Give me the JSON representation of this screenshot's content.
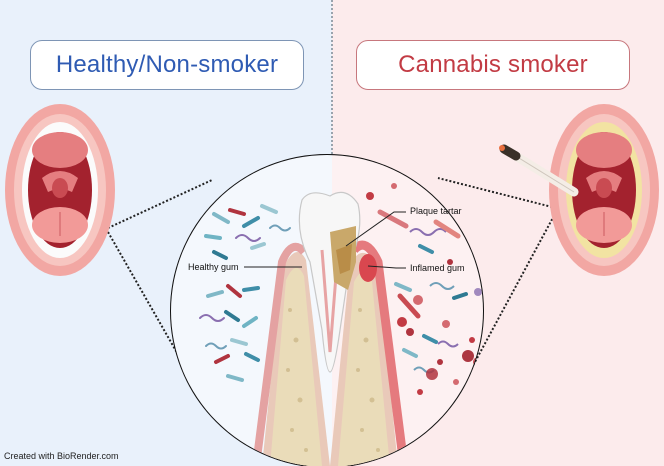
{
  "left_title": "Healthy/Non-smoker",
  "right_title": "Cannabis smoker",
  "labels": {
    "plaque": "Plaque tartar",
    "healthy_gum": "Healthy gum",
    "inflamed_gum": "Inflamed gum"
  },
  "credit": "Created with BioRender.com",
  "colors": {
    "left_bg": "#e9f1fb",
    "right_bg": "#fcebec",
    "left_accent": "#2f5bb3",
    "right_accent": "#c23b44"
  }
}
